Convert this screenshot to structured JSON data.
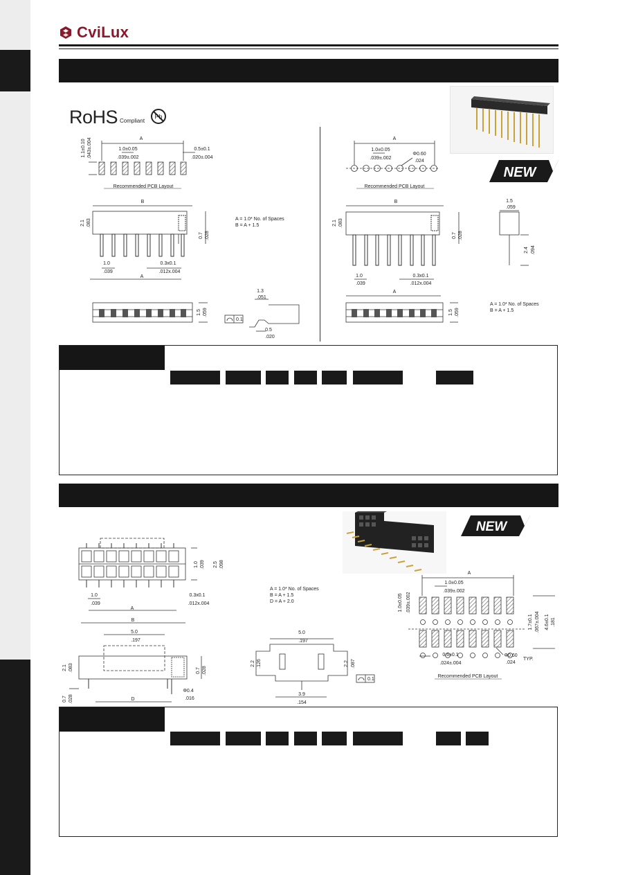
{
  "brand": {
    "name": "CviLux",
    "accent_color": "#8a1a2a"
  },
  "rohs": {
    "main": "RoHS",
    "sub": "Compliant",
    "icon": "pb-free-icon"
  },
  "badges": {
    "new_label": "NEW"
  },
  "section1": {
    "left_view": {
      "dim_A": "A",
      "pitch_mm": "1.0±0.05",
      "pitch_in": ".039±.002",
      "pad_w_mm": "0.5±0.1",
      "pad_w_in": ".020±.004",
      "pad_h_mm": "1.1±0.10",
      "pad_h_in": ".043±.004",
      "pcb_caption": "Recommended PCB Layout",
      "dim_B": "B",
      "height_mm": "2.1",
      "height_in": ".083",
      "tail_mm": "0.7",
      "tail_in": ".028",
      "pitch_bottom_mm": "1.0",
      "pitch_bottom_in": ".039",
      "pin_mm": "0.3x0.1",
      "pin_in": ".012x.004",
      "dim_A_bottom": "A",
      "formula_a": "A = 1.0* No. of Spaces",
      "formula_b": "B = A + 1.5",
      "side_h_mm": "1.5",
      "side_h_in": ".059",
      "detail_top_mm": "1.3",
      "detail_top_in": ".051",
      "detail_bot_mm": "0.5",
      "detail_bot_in": ".020",
      "flatness": "0.1"
    },
    "right_view": {
      "dim_A": "A",
      "pitch_mm": "1.0±0.05",
      "pitch_in": ".039±.002",
      "hole_mm": "Φ0.60",
      "hole_in": ".024",
      "pcb_caption": "Recommended PCB Layout",
      "dim_B": "B",
      "height_mm": "2.1",
      "height_in": ".083",
      "tail_mm": "0.7",
      "tail_in": ".028",
      "pitch_bottom_mm": "1.0",
      "pitch_bottom_in": ".039",
      "pin_mm": "0.3x0.1",
      "pin_in": ".012x.004",
      "dim_A_bottom": "A",
      "side_w_mm": "1.5",
      "side_w_in": ".059",
      "side_tail_mm": "2.4",
      "side_tail_in": ".094",
      "side_h_mm": "1.5",
      "side_h_in": ".059",
      "formula_a": "A = 1.0* No. of Spaces",
      "formula_b": "B = A + 1.5"
    }
  },
  "section2": {
    "top_view": {
      "height_mm": "1.0",
      "height_in": ".039",
      "total_mm": "2.5",
      "total_in": ".098",
      "pitch_mm": "1.0",
      "pitch_in": ".039",
      "pin_mm": "0.3x0.1",
      "pin_in": ".012x.004",
      "dim_A": "A"
    },
    "front_view": {
      "dim_B": "B",
      "inner_mm": "5.0",
      "inner_in": ".197",
      "height_mm": "2.1",
      "height_in": ".083",
      "tail_mm": "0.7",
      "tail_in": ".028",
      "left_tail_mm": "0.7",
      "left_tail_in": ".028",
      "peg_mm": "Φ0.4",
      "peg_in": ".016",
      "dim_D": "D"
    },
    "formulas": {
      "a": "A = 1.0* No. of Spaces",
      "b": "B = A + 1.5",
      "d": "D = A + 2.0"
    },
    "end_view": {
      "top_mm": "5.0",
      "top_in": ".197",
      "left_mm": "2.2",
      "left_in": ".126",
      "right_mm": "2.2",
      "right_in": ".087",
      "bottom_mm": "3.9",
      "bottom_in": ".154",
      "flatness": "0.1"
    },
    "pcb": {
      "dim_A": "A",
      "pitch_mm": "1.0±0.05",
      "pitch_in": ".039±.002",
      "pad_h_mm": "1.0±0.05",
      "pad_h_in": ".039±.002",
      "row_mm": "1.7±0.1",
      "row_in": ".067±.004",
      "total_mm": "4.6±0.1",
      "total_in": ".181",
      "pad_w_mm": "0.6±0.1",
      "pad_w_in": ".024±.004",
      "hole_mm": "Φ0.60",
      "hole_in": ".024",
      "hole_note": "TYP.",
      "caption": "Recommended PCB Layout"
    }
  }
}
